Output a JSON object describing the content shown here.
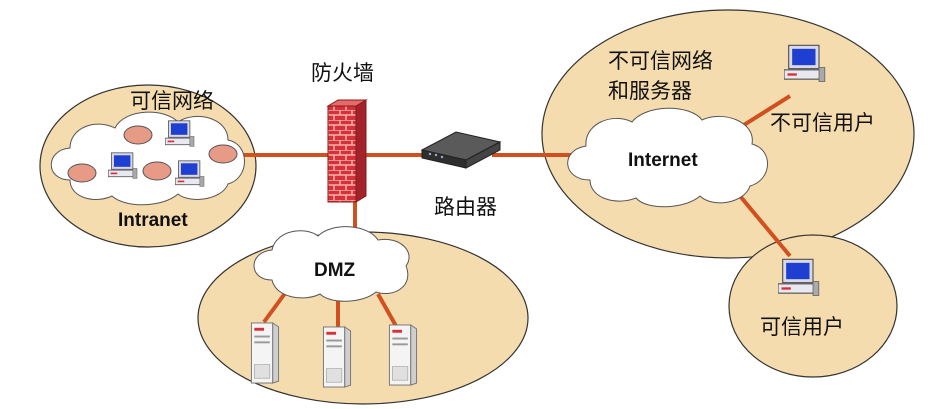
{
  "labels": {
    "trusted_network": "可信网络",
    "intranet": "Intranet",
    "firewall": "防火墙",
    "router": "路由器",
    "dmz": "DMZ",
    "untrusted_network_line1": "不可信网络",
    "untrusted_network_line2": "和服务器",
    "internet": "Internet",
    "untrusted_user": "不可信用户",
    "trusted_user": "可信用户"
  },
  "colors": {
    "zone_fill": "#f5dcae",
    "zone_stroke": "#333333",
    "link": "#d0501f",
    "cloud_fill": "#ffffff",
    "host_fill": "#e79a86",
    "firewall_brick": "#d6303a",
    "router_body": "#3a3a3a"
  }
}
